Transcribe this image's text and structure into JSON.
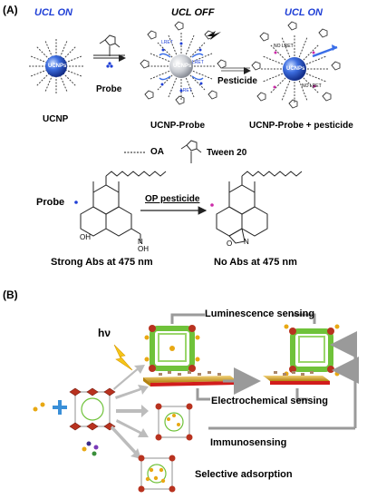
{
  "panel_a": {
    "label": "(A)",
    "ucl_on_left": "UCL ON",
    "ucl_off": "UCL OFF",
    "ucl_on_right": "UCL ON",
    "probe_arrow": "Probe",
    "pesticide_arrow": "Pesticide",
    "ucnp_label": "UCNP",
    "ucnp_probe_label": "UCNP-Probe",
    "ucnp_probe_pest_label": "UCNP-Probe + pesticide",
    "particle_text": "UCNPs",
    "lret_1": "LRET",
    "lret_2": "LRET",
    "lret_3": "LRET",
    "no_lret_1": "NO LRET",
    "no_lret_2": "NO LRET",
    "legend_oa": "OA",
    "legend_tween": "Tween 20",
    "probe_label": "Probe",
    "op_pesticide": "OP pesticide",
    "strong_abs": "Strong Abs at 475 nm",
    "no_abs": "No Abs at 475 nm",
    "mol_oh": "OH",
    "mol_n": "N",
    "mol_noh": "N",
    "mol_oh2": "OH",
    "mol_o": "O",
    "colors": {
      "ucl_blue": "#1f3fd6",
      "sphere": "#2f5fd8"
    }
  },
  "panel_b": {
    "label": "(B)",
    "luminescence": "Luminescence sensing",
    "hv": "hν",
    "electrochemical": "Electrochemical sensing",
    "immunosensing": "Immunosensing",
    "selective": "Selective adsorption",
    "colors": {
      "framework_green": "#6fc23a",
      "node_red": "#b8321f",
      "guest_gold": "#e8a813",
      "electrode_gold": "#d8a21a",
      "electrode_red": "#d21c1c",
      "arrow_gray": "#9a9a9a"
    }
  }
}
